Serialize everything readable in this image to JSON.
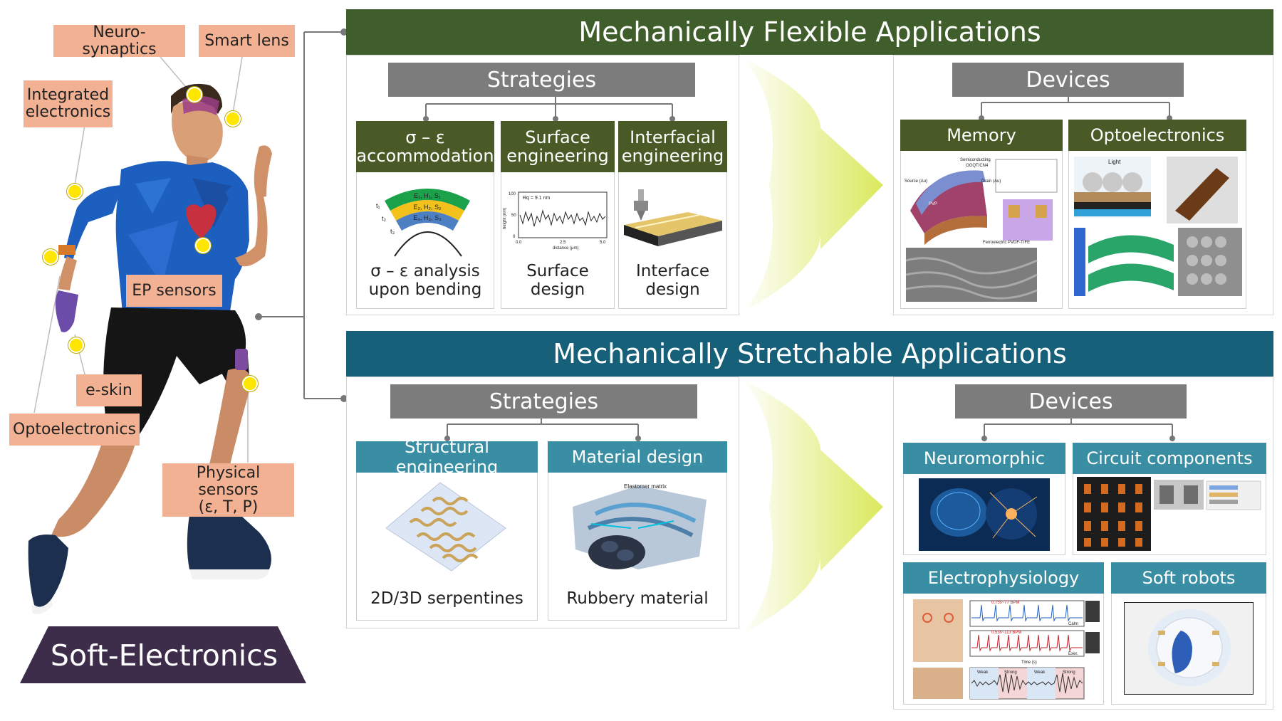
{
  "person_labels": {
    "neuro": "Neuro-synaptics",
    "lens": "Smart lens",
    "integrated_1": "Integrated",
    "integrated_2": "electronics",
    "ep": "EP sensors",
    "eskin": "e-skin",
    "opto": "Optoelectronics",
    "physical_1": "Physical sensors",
    "physical_2": "(ε, T, P)"
  },
  "footer": {
    "title": "Soft-Electronics"
  },
  "flexible": {
    "title": "Mechanically Flexible Applications",
    "strategies_title": "Strategies",
    "devices_title": "Devices",
    "strategies": [
      {
        "head_1": "σ – ε",
        "head_2": "accommodation",
        "cap_1": "σ – ε analysis",
        "cap_2": "upon bending"
      },
      {
        "head_1": "Surface",
        "head_2": "engineering",
        "cap_1": "Surface",
        "cap_2": "design"
      },
      {
        "head_1": "Interfacial",
        "head_2": "engineering",
        "cap_1": "Interface",
        "cap_2": "design"
      }
    ],
    "devices": [
      "Memory",
      "Optoelectronics"
    ],
    "fig_text": {
      "layer1": "E₁, H₁, S₁",
      "layer2": "E₂, H₂, S₂",
      "layer3": "E₃, H₃, S₃",
      "t1": "t₁",
      "t2": "t₂",
      "t3": "t₃",
      "rq": "Rq = 9.1 nm",
      "y_label": "height (nm)",
      "x_label": "distance (μm)",
      "y100": "100",
      "y50": "50",
      "y0": "0",
      "x0": "0.0",
      "x25": "2.5",
      "x50": "5.0",
      "mem_semi": "Semiconducting",
      "mem_semi2": "OGQT/CN4",
      "mem_source": "Source (Au)",
      "mem_drain": "Drain (Au)",
      "mem_ferro": "Ferroelectric PVDF-TrFE",
      "mem_pvp": "PVP",
      "light": "Light"
    }
  },
  "stretchable": {
    "title": "Mechanically Stretchable Applications",
    "strategies_title": "Strategies",
    "devices_title": "Devices",
    "strategies": [
      {
        "head": "Structural engineering",
        "cap": "2D/3D serpentines"
      },
      {
        "head": "Material design",
        "cap": "Rubbery material"
      }
    ],
    "devices": [
      "Neuromorphic",
      "Circuit components",
      "Electrophysiology",
      "Soft robots"
    ],
    "fig_text": {
      "elastomer": "Elastomer matrix",
      "bpm1": "0.75s~77 BPM",
      "bpm2": "0.53s~113 BPM",
      "calm": "Calm",
      "exer": "Exer.",
      "time": "Time (s)",
      "weak": "Weak",
      "strong": "Strong"
    }
  },
  "colors": {
    "flex_banner": "#3f5e2b",
    "stretch_banner": "#16607a",
    "grey_head": "#7c7c7c",
    "green_head": "#4a5a26",
    "teal_head": "#3a8ea3",
    "tag": "#f3b193",
    "footer": "#3d2c4a"
  }
}
